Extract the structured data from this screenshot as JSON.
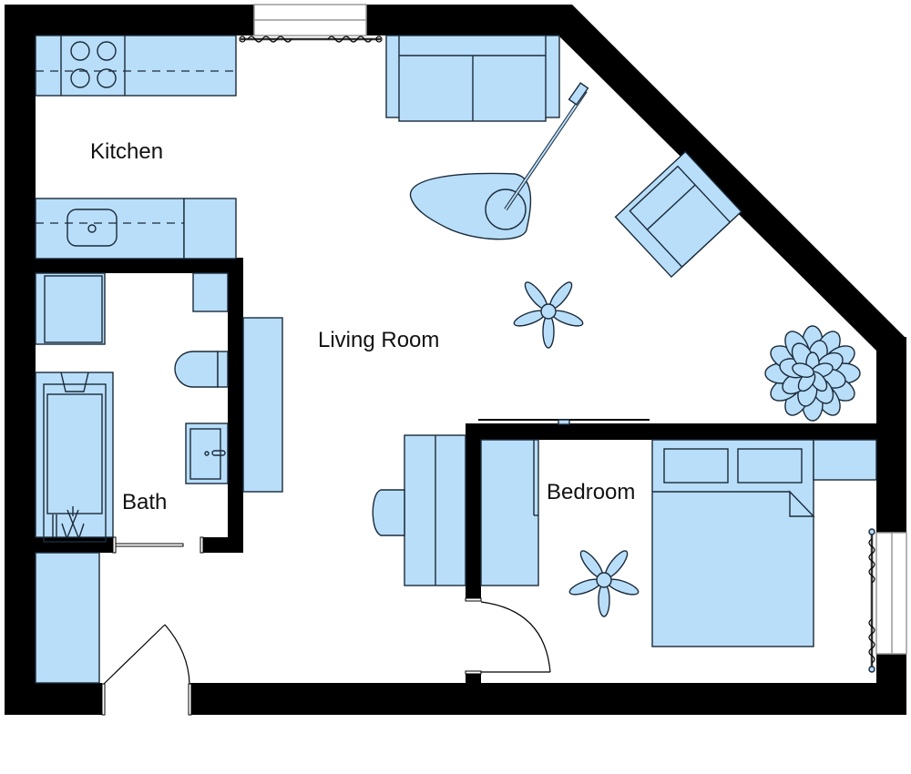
{
  "plan": {
    "colors": {
      "wall": "#000000",
      "furniture_fill": "#b9def9",
      "furniture_stroke": "#1a2a3a",
      "background": "#ffffff"
    },
    "rooms": [
      {
        "id": "kitchen",
        "label": "Kitchen"
      },
      {
        "id": "living-room",
        "label": "Living Room"
      },
      {
        "id": "bath",
        "label": "Bath"
      },
      {
        "id": "bedroom",
        "label": "Bedroom"
      }
    ],
    "fixtures": {
      "kitchen": [
        "stove-icon",
        "counter",
        "sink-icon",
        "refrigerator"
      ],
      "living_room": [
        "sofa-icon",
        "floor-lamp-icon",
        "coffee-table",
        "armchair-icon",
        "ceiling-fan-icon",
        "plant-icon",
        "tv-stand",
        "desk",
        "desk-chair"
      ],
      "bath": [
        "washer",
        "cabinet",
        "toilet-icon",
        "sink-icon",
        "bathtub-icon",
        "sliding-door"
      ],
      "bedroom": [
        "double-bed-icon",
        "pillows",
        "nightstand",
        "wardrobe",
        "ceiling-fan-icon",
        "curtain-window"
      ],
      "entry": [
        "entry-door",
        "closet"
      ]
    }
  }
}
